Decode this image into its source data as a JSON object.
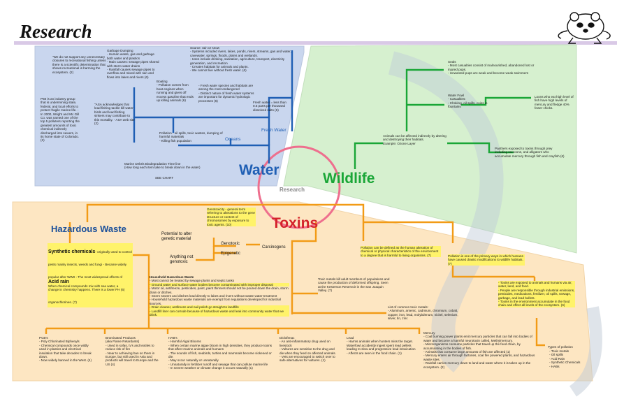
{
  "page": {
    "title": "Research",
    "center_label": "Research",
    "see_chart": "SEE CHART"
  },
  "colors": {
    "water_bg": "#c9d6ee",
    "wildlife_bg": "#d6f0cf",
    "toxins_bg": "#fde6c2",
    "water_lines": "#1f5fb4",
    "wildlife_lines": "#1aa637",
    "toxins_lines": "#f29b16",
    "highlight": "#fff36a",
    "circle": "#ee6f8e",
    "title_bar": "#d9c9e6"
  },
  "water": {
    "label": "Water",
    "quote": "\"We do not support any unnecessary closures to recreational fishing unless there is a scientific determination that shows recreational is harming the ecosystem. (2)",
    "garbage": "Garbage Dumping\n- Human waste, gas and garbage both water and plastics\n- Main causes: sewage pipes shared with storm water drains\n- Rainfall causes sewage pipes to overflow and mixed with rain and flows into lakes and rivers (6)",
    "source": "Source: rain or snow\n- Systems included rivers, lakes, ponds, rivers, streams, gas and water, cavewater, springs, floods, plains and wetlands.\n- Uses include drinking, sanitation, agriculture, transport, electricity generation, and recreation\n- Creates habitats for animals and plants.\n- We cannot live without fresh water. (6)",
    "p50": "P50 is an industry group that is undermining state, federal, and local efforts to protect fragile marine life.\n- In 2000, Wright and Mc Gill Co. was named one of the top 5 polluters reporting the greatest amounts of toxic chemical indirectly discharged into sewers, in its home state of Colorado. (2)",
    "asa": "\"ASA acknowledges that lead fishing tackle kill water birds and lead fishing sinkers may contribute to this mortality.\n- ASA web site (2)",
    "boating": "Boating\n- Pollution comes from boat engines when running and gives off excess gasoline that ends up killing animals (6)",
    "fresh_species": "- Fresh water species and habitats are among the most endangered\n- Distinct nature of fresh water systems are important for dynamic hydrologic processes (6)",
    "fresh_less": "Fresh water = less than 0.5 parts per thousand dissolved salts (6)",
    "fresh_water": "Fresh Water",
    "oceans": "Oceans",
    "oil_spills": "Pollution - oil spills, toxic wastes, dumping of harmful materials\n- Killing fish population",
    "marine_debris": "Marine Debris Biodegradation Time line\n(How long each item take to break down in the water)"
  },
  "wildlife": {
    "label": "Wildlife",
    "seals": "Seals\n- Most casualties consist of malnourished, abandoned lost or injured pups.\n- Unwanted pups are weak and become weak swimmers",
    "water_fowl": "Water Fowl\n- Casualties:\n- Choking, oil spills, coins in fountains",
    "loons": "Loons who eat high level of fish have high levels of mercury and fledge 40% fewer chicks.",
    "indirect": "Animals can be affected indirectly by altering and destroying their habitats.\nExample: Ozone Layer",
    "panthers": "Panthers exposed to toxins through prey including raccoons, and alligators who accumulate mercury through fish and crayfish (6)"
  },
  "toxins": {
    "label": "Toxins",
    "genotoxicity": "Genotoxicity - general term referring to alterations to the gene structure or content of chromosomes by exposure to toxic agents. (10)",
    "potential_to_alter": "Potential to alter genetic material",
    "genotoxic": "Genotoxic",
    "epigenetic": "Epigenetic",
    "carcinogens": "Carcinogens",
    "anything_not": "Anything not genotoxic",
    "pollution_def": "Pollution can be defined as the human alteration of chemical or physical characteristics of the environment to a degree that is harmful to living organisms. (7)",
    "primary_ways": "Pollution is one of the primary ways in which humans have caused drastic modifications to wildlife habitats. (7)",
    "toxic_metals": "Toxic metals kill adult members of populations and cause the production of deformed offspring. Seen at the Kesterson Reservoir in the San Joaquin Valley. (7)",
    "common_metals": "List of common toxic metals:\n- Aluminum, arsenic, cadmium, chromium, cobalt, copper, iron, lead, molybdenum, nickel, selenium, silver, tin, zinc",
    "exposed_animals": "- Toxins are exposed to animals and humans via air, water, land, and food.\n- People are responsible through industrial emissions, pesticides, medications, fertilizer, oil spills, sewage, garbage, and lead bullets.\n- Toxins in the environment accumulate in the food chain and effect all levels of the ecosystem. (6)",
    "types_title": "Types of pollution",
    "types": "- Toxic metals\n- Oil spills\n- Acid Rain\n- Synthetic Chemicals\n- HABs"
  },
  "hazardous": {
    "label": "Hazardous Waste",
    "synthetic_title": "Synthetic chemicals",
    "synthetic_text": "- originally used to control pests mainly insects, weeds and fungi\n- Became widely popular after WWII\n- The most widespread effects of synthetic chemicals on wildlife have been caused by organochlorines. (7)",
    "acid_title": "Acid rain",
    "acid_text": "When chemical compounds mix with sea water, a change in chemistry happens. There is a lower PH (6)",
    "household_title": "Household Hazardous Waste",
    "household_lines": [
      "- Most cannot be treated by sewage plants and septic tanks",
      "- Ground water and surface water bodies become contaminated with improper disposal",
      "- Motor oil, antifreeze, pesticides, paint, paint thinners should not be poured down the drain, storm drain or ditches.",
      "- Storm sewers and ditches lead directly to lakes and rivers without waste water treatment",
      "- Household hazardous waste materials are exempt from regulations developed for industrial sources.",
      "- Drain cleaner, antifreeze and nail polish go straight to landfills",
      "- Landfill liner can corrode because of hazardous waste and leak into community water that we drink."
    ]
  },
  "bottom": {
    "pcbs": "PCB's\n- Poly Chlorinated Biphenyls\n- Chemical compounds once wildly used in plastics and electrical insulation that take decades to break down.\n- Now widely banned in the West. (4)",
    "brominated": "Brominated Products\n(aka Flame Retardants)\n- Used in sofas, tv's and textiles to reduce risk of fire\n- Near to achieving ban on them in Europe, but still used in Asia and products will travel to Europe and the US (4)",
    "habs": "HAB's\n- Harmful Algal Blooms\n- When certain marine algae bloom in high densities, they produce toxins that affect marine animals and humans\n- The sounds of fish, seabirds, turtles and mammals become sickened or die.\n- May occur naturally or unnaturally\n- Unnaturally in fertilizer runoff and sewage that can pollute marine life\n- In severe weather or climate change it occurs naturally (1)",
    "diclofenac": "Diclofenac\n- An anti-inflammatory drug used on livestock\n- Vultures are sensitive to the drug and die when they feed on affected animals.\n- Vets are encouraged to switch over to safe alternatives for vultures. (1)",
    "lead": "Lead\n- Harms animals when hunters miss the target. Waterfowl accidently ingest spent lead pellets leading to slow and progressive lead intoxication\n- Affects are seen in the food chain. (1)",
    "mercury": "Mercury\n- Coal burning power plants emit mercury particles that can fall into bodies of water and become a harmful neurotoxin called, Methylmercury.\n- Microorganisms consume particles that travel up the food chain, by accumulating in the bodies of fish.\n- Animals that consume large amounts of fish are affected (1)\n- Mercury enters air through factories, coal fire powered plants, and hazardous waste sites.\n- Rainfall carries mercury down to land and water where it is taken up in the ecosystem. (2)"
  }
}
